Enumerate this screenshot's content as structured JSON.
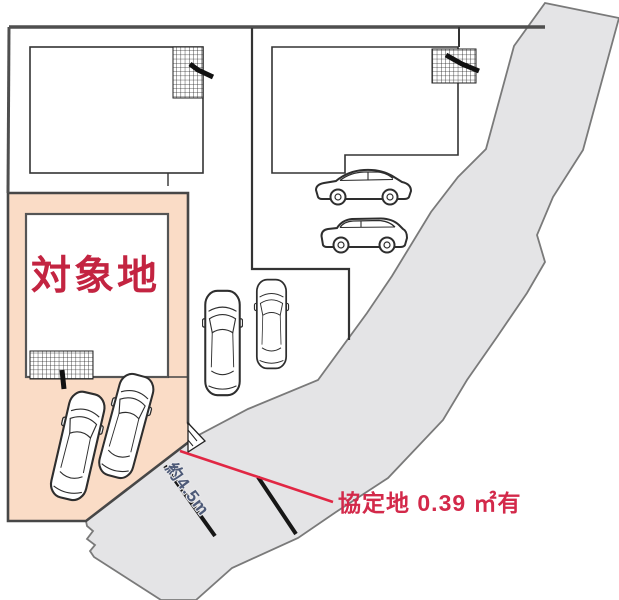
{
  "drawing": {
    "type": "real-estate site plan",
    "subject_parcel": {
      "label": "対象地",
      "fill": "#fadcc6",
      "label_color": "#c32441"
    },
    "road": {
      "width_label": "約4.5m",
      "fill": "#e4e4e6",
      "label_color": "#4d5a78"
    },
    "annotation": {
      "label": "協定地 0.39 ㎡有",
      "color": "#d3294a",
      "leader_color": "#e12744"
    },
    "colors": {
      "boundary_line": "#3c3c3c",
      "building_line": "#333333",
      "dimension_tick": "#161616",
      "hatch": "#222222"
    },
    "cars": {
      "side_view_count": 2,
      "top_view_count": 4
    }
  }
}
